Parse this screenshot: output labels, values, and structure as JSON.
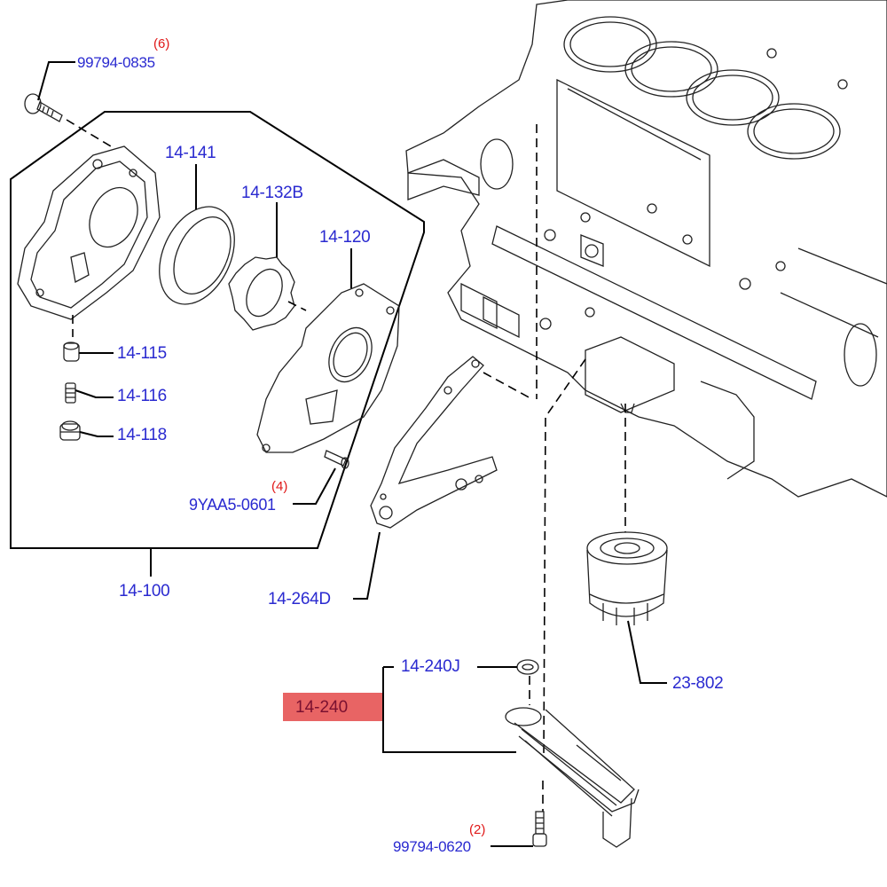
{
  "diagram": {
    "title": "Oil pump / oil strainer exploded parts diagram",
    "highlight_color": "#e86464",
    "label_color": "#2a2ad0",
    "quantity_color": "#e01818",
    "parts": {
      "bolt_top": {
        "code": "99794-0835",
        "qty": "(6)"
      },
      "outer_rotor": {
        "code": "14-141"
      },
      "inner_rotor": {
        "code": "14-132B"
      },
      "pump_cover": {
        "code": "14-120"
      },
      "plunger": {
        "code": "14-115"
      },
      "spring": {
        "code": "14-116"
      },
      "plug": {
        "code": "14-118"
      },
      "screw_cover": {
        "code": "9YAA5-0601",
        "qty": "(4)"
      },
      "oil_pump_assy": {
        "code": "14-100"
      },
      "gasket": {
        "code": "14-264D"
      },
      "strainer_gasket": {
        "code": "14-240J"
      },
      "strainer": {
        "code": "14-240",
        "highlighted": true
      },
      "oil_filter": {
        "code": "23-802"
      },
      "bolt_bottom": {
        "code": "99794-0620",
        "qty": "(2)"
      }
    }
  }
}
